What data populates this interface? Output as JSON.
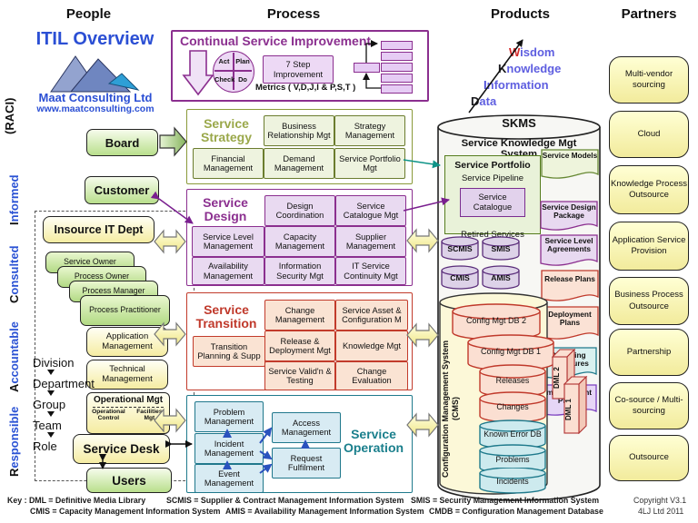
{
  "headers": {
    "people": "People",
    "process": "Process",
    "products": "Products",
    "partners": "Partners"
  },
  "branding": {
    "title": "ITIL Overview",
    "company": "Maat Consulting Ltd",
    "website": "www.maatconsulting.com",
    "raci": "(RACI)"
  },
  "raci": {
    "items": [
      {
        "initial": "I",
        "rest": "nformed"
      },
      {
        "initial": "C",
        "rest": "onsulted"
      },
      {
        "initial": "A",
        "rest": "ccountable"
      },
      {
        "initial": "R",
        "rest": "esponsible"
      }
    ]
  },
  "people": {
    "board": "Board",
    "customer": "Customer",
    "insource_title": "Insource IT Dept",
    "roles": [
      "Service Owner",
      "Process Owner",
      "Process Manager",
      "Process Practitioner"
    ],
    "functions": [
      "Application Management",
      "Technical Management"
    ],
    "org_levels": [
      "Division",
      "Department",
      "Group",
      "Team",
      "Role"
    ],
    "operational": {
      "title": "Operational Mgt",
      "sub1": "Operational Control",
      "sub2": "Facilities Mgt"
    },
    "service_desk": "Service Desk",
    "users": "Users"
  },
  "csi": {
    "title": "Continual Service Improvement",
    "pdca": [
      "Act",
      "Plan",
      "Check",
      "Do"
    ],
    "seven_step": "7 Step Improvement",
    "metrics": "Metrics ( V,D,J,I  &  P,S,T )"
  },
  "strategy": {
    "title": "Service Strategy",
    "items": [
      "Business Relationship Mgt",
      "Strategy Management",
      "Financial Management",
      "Demand Management",
      "Service Portfolio Mgt"
    ]
  },
  "design": {
    "title": "Service Design",
    "items": [
      "Design Coordination",
      "Service Catalogue Mgt",
      "Service Level Management",
      "Capacity Management",
      "Supplier Management",
      "Availability Management",
      "Information Security Mgt",
      "IT Service Continuity Mgt"
    ]
  },
  "transition": {
    "title": "Service Transition",
    "items": [
      "Change Management",
      "Service Asset & Configuration M",
      "Release & Deployment Mgt",
      "Knowledge Mgt",
      "Transition Planning & Supp",
      "Service Valid'n & Testing",
      "Change Evaluation"
    ]
  },
  "operation": {
    "title": "Service Operation",
    "items": [
      "Problem Management",
      "Incident Management",
      "Event Management",
      "Access Management",
      "Request Fulfilment"
    ]
  },
  "skms": {
    "title": "SKMS",
    "subtitle": "Service Knowledge Mgt System",
    "portfolio": {
      "title": "Service Portfolio",
      "pipeline": "Service Pipeline",
      "catalogue": "Service Catalogue",
      "retired": "Retired Services"
    },
    "docs": [
      "Service Models",
      "Service Design Package",
      "Service Level Agreements",
      "Release Plans",
      "Deployment Plans",
      "Operating Procedures",
      "Improvement Plans"
    ],
    "databases": [
      "SCMIS",
      "SMIS",
      "CMIS",
      "AMIS"
    ],
    "cms": {
      "label": "Configuration Management System",
      "label2": "(CMS)",
      "stores": [
        "Config Mgt DB 2",
        "Config Mgt DB 1",
        "Releases",
        "Changes"
      ],
      "service_stores": [
        "Known Error DB",
        "Problems",
        "Incidents"
      ],
      "dml": [
        "DML 2",
        "DML 1"
      ]
    }
  },
  "wkid": {
    "items": [
      {
        "initial": "W",
        "rest": "isdom",
        "initial_color": "#d42a2a"
      },
      {
        "initial": "K",
        "rest": "nowledge",
        "initial_color": "#18181c"
      },
      {
        "initial": "I",
        "rest": "nformation",
        "initial_color": "#4b4bd8"
      },
      {
        "initial": "D",
        "rest": "ata",
        "initial_color": "#18181c"
      }
    ]
  },
  "partners": {
    "items": [
      "Multi-vendor sourcing",
      "Cloud",
      "Knowledge Process Outsource",
      "Application Service Provision",
      "Business Process Outsource",
      "Partnership",
      "Co-source / Multi-sourcing",
      "Outsource"
    ]
  },
  "footer": {
    "key1a": "Key : DML = Definitive Media Library",
    "key1b": "SCMIS = Supplier & Contract Management Information System",
    "key1c": "SMIS = Security Management Information System",
    "key2a": "CMIS = Capacity Management Information System",
    "key2b": "AMIS = Availability Management Information System",
    "key2c": "CMDB = Configuration Management Database",
    "copyright1": "Copyright  V3.1",
    "copyright2": "4LJ Ltd 2011"
  },
  "colors": {
    "csi_accent": "#8b2f8f",
    "strategy_accent": "#9aa84a",
    "design_accent": "#8b2f8f",
    "transition_accent": "#c0392b",
    "operation_accent": "#1f7a8c",
    "people_green": "#b9df8c",
    "people_yellow": "#f5eca2",
    "partner_yellow": "#f2eb9c",
    "raci_blue": "#2a52d4",
    "brand_blue": "#2b4fd4",
    "wkid_blue": "#5e5ee0"
  }
}
